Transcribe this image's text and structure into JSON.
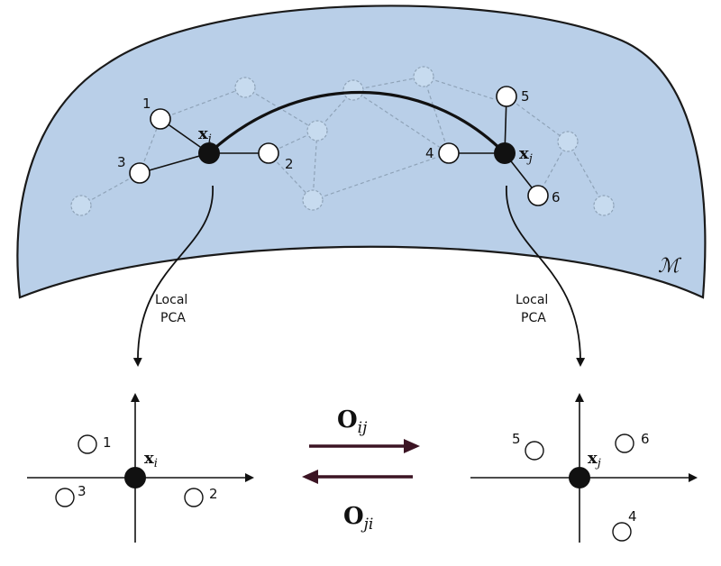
{
  "manifold": {
    "label": "ℳ",
    "fill": "#b9cfe8",
    "stroke": "#1a1a1a",
    "ghost_node_fill": "#c7dbef",
    "ghost_edge_color": "#8fa3b8"
  },
  "nodes": {
    "xi": {
      "bold": "x",
      "sub": "i"
    },
    "xj": {
      "bold": "x",
      "sub": "j"
    },
    "n1": "1",
    "n2": "2",
    "n3": "3",
    "n4": "4",
    "n5": "5",
    "n6": "6"
  },
  "arrows": {
    "left_label_line1": "Local",
    "left_label_line2": "PCA",
    "right_label_line1": "Local",
    "right_label_line2": "PCA"
  },
  "transforms": {
    "oij": {
      "bold": "O",
      "sub": "ij"
    },
    "oji": {
      "bold": "O",
      "sub": "ji"
    },
    "arrow_color": "#3b1423"
  },
  "tangent_left": {
    "center": {
      "bold": "x",
      "sub": "i"
    },
    "labels": [
      "1",
      "3",
      "2"
    ]
  },
  "tangent_right": {
    "center": {
      "bold": "x",
      "sub": "j"
    },
    "labels": [
      "5",
      "6",
      "4"
    ]
  }
}
